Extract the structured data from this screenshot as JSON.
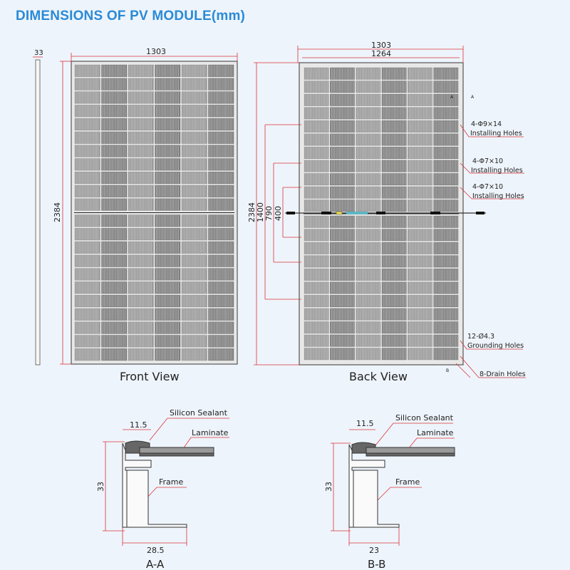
{
  "title": "DIMENSIONS OF PV MODULE(mm)",
  "front_view": {
    "label": "Front View",
    "thickness": "33",
    "width": "1303",
    "height": "2384"
  },
  "back_view": {
    "label": "Back View",
    "width_outer": "1303",
    "width_inner": "1264",
    "height": "2384",
    "dim_1400": "1400",
    "dim_790": "790",
    "dim_400": "400",
    "section_mark_a_left": "A",
    "section_mark_a_right": "A",
    "section_mark_b": "B",
    "callouts": [
      {
        "spec": "4-Φ9×14",
        "name": "Installing Holes"
      },
      {
        "spec": "4-Φ7×10",
        "name": "Installing Holes"
      },
      {
        "spec": "4-Φ7×10",
        "name": "Installing Holes"
      },
      {
        "spec": "12-Ø4.3",
        "name": "Grounding Holes"
      },
      {
        "spec": "",
        "name": "8-Drain Holes"
      }
    ]
  },
  "section_aa": {
    "label": "A-A",
    "sealant": "Silicon Sealant",
    "laminate": "Laminate",
    "frame": "Frame",
    "lip": "11.5",
    "height": "33",
    "width": "28.5"
  },
  "section_bb": {
    "label": "B-B",
    "sealant": "Silicon Sealant",
    "laminate": "Laminate",
    "frame": "Frame",
    "lip": "11.5",
    "height": "33",
    "width": "23"
  },
  "colors": {
    "accent": "#2a8ad6",
    "dimension": "#d9333a",
    "cell": "#8a8a8a",
    "frame": "#555555"
  }
}
